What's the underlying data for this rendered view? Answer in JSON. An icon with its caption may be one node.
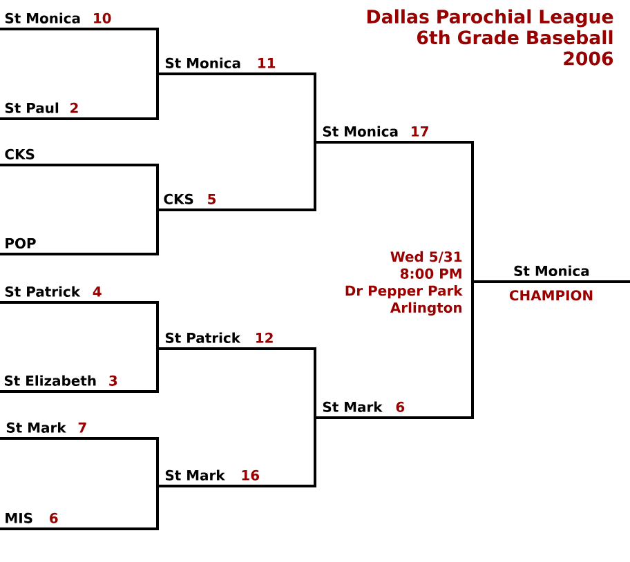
{
  "diagram": {
    "title": "Dallas Parochial League 6th Grade Baseball 2006",
    "nodes": [
      {
        "text": [
          "St Monica"
        ],
        "beside": [
          "10"
        ]
      },
      {
        "text": [
          "St Paul"
        ],
        "beside": [
          "2"
        ]
      },
      {
        "text": [
          "CKS"
        ]
      },
      {
        "text": [
          "POP"
        ]
      },
      {
        "text": [
          "St Patrick"
        ],
        "beside": [
          "4"
        ]
      },
      {
        "text": [
          "St Elizabeth"
        ],
        "beside": [
          "3"
        ]
      },
      {
        "text": [
          "St Mark"
        ],
        "beside": [
          "7"
        ]
      },
      {
        "text": [
          "MIS"
        ],
        "beside": [
          "6"
        ]
      },
      {
        "text": [
          "St Monica"
        ],
        "beside": [
          "11"
        ]
      },
      {
        "text": [
          "CKS"
        ],
        "beside": [
          "5"
        ]
      },
      {
        "text": [
          "St Patrick"
        ],
        "beside": [
          "12"
        ]
      },
      {
        "text": [
          "St Mark"
        ],
        "beside": [
          "16"
        ]
      },
      {
        "text": [
          "St Monica"
        ],
        "beside": [
          "17"
        ]
      },
      {
        "text": [
          "St Mark"
        ],
        "beside": [
          "6"
        ]
      },
      {
        "text": [
          "St Monica"
        ],
        "beside": [
          "CHAMPION"
        ]
      }
    ],
    "edges": [
      {
        "from": 0,
        "to": 8,
        "arrow": "none"
      },
      {
        "from": 1,
        "to": 8,
        "arrow": "none"
      },
      {
        "from": 2,
        "to": 9,
        "arrow": "none"
      },
      {
        "from": 3,
        "to": 9,
        "arrow": "none"
      },
      {
        "from": 4,
        "to": 10,
        "arrow": "none"
      },
      {
        "from": 5,
        "to": 10,
        "arrow": "none"
      },
      {
        "from": 6,
        "to": 11,
        "arrow": "none"
      },
      {
        "from": 7,
        "to": 11,
        "arrow": "none"
      },
      {
        "from": 8,
        "to": 12,
        "arrow": "none"
      },
      {
        "from": 9,
        "to": 12,
        "arrow": "none"
      },
      {
        "from": 10,
        "to": 13,
        "arrow": "none"
      },
      {
        "from": 11,
        "to": 13,
        "arrow": "none"
      },
      {
        "from": 12,
        "to": 14,
        "arrow": "none"
      },
      {
        "from": 13,
        "to": 14,
        "arrow": "none"
      }
    ],
    "labels": [
      "Wed 5/31",
      "8:00 PM",
      "Dr Pepper Park",
      "Arlington"
    ]
  }
}
